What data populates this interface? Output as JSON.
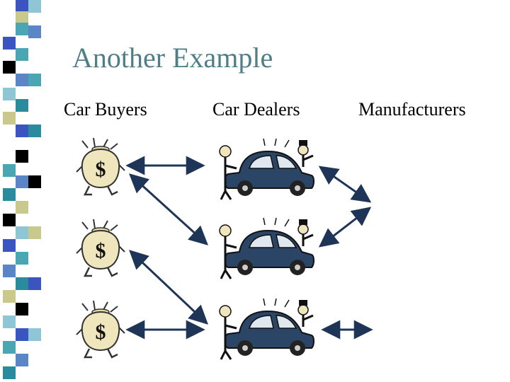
{
  "slide": {
    "title": "Another Example",
    "columns": {
      "buyers": "Car Buyers",
      "dealers": "Car Dealers",
      "manufacturers": "Manufacturers"
    }
  },
  "icons": {
    "buyer": "money-bag-icon",
    "dealer": "car-dealer-icon",
    "connector": "double-arrow-icon"
  },
  "colors": {
    "title": "#4e7f86",
    "arrow": "#1f3558",
    "bag": "#efe6be",
    "car": "#2b4566",
    "stripe": [
      "#4aa6b2",
      "#3b55c0",
      "#c9c98e",
      "#000000",
      "#8ec6d6",
      "#5a86c8",
      "#2a8b9c",
      "#ffffff"
    ]
  }
}
